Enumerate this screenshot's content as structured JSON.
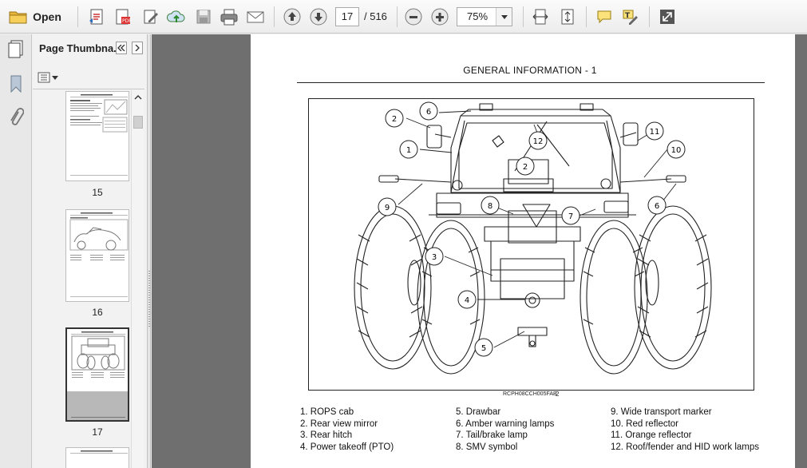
{
  "toolbar": {
    "open_label": "Open",
    "current_page": "17",
    "page_total": "/ 516",
    "zoom": "75%"
  },
  "thumbnail_panel": {
    "title": "Page Thumbna...",
    "thumbnails": [
      {
        "page": "15"
      },
      {
        "page": "16"
      },
      {
        "page": "17"
      }
    ]
  },
  "document": {
    "header": "GENERAL INFORMATION - 1",
    "figure_code": "RCPH08CCH005FAB",
    "figure_number": "2",
    "callouts": [
      "1",
      "2",
      "3",
      "4",
      "5",
      "6",
      "7",
      "8",
      "9",
      "10",
      "11",
      "12"
    ],
    "legend_col1": [
      "1.  ROPS cab",
      "2.  Rear view mirror",
      "3.  Rear hitch",
      "4.  Power takeoff (PTO)"
    ],
    "legend_col2": [
      "5.  Drawbar",
      "6.  Amber warning lamps",
      "7.  Tail/brake lamp",
      "8.  SMV symbol"
    ],
    "legend_col3": [
      "9.  Wide transport marker",
      "10.  Red reflector",
      "11.  Orange reflector",
      "12.  Roof/fender and HID work lamps"
    ]
  }
}
